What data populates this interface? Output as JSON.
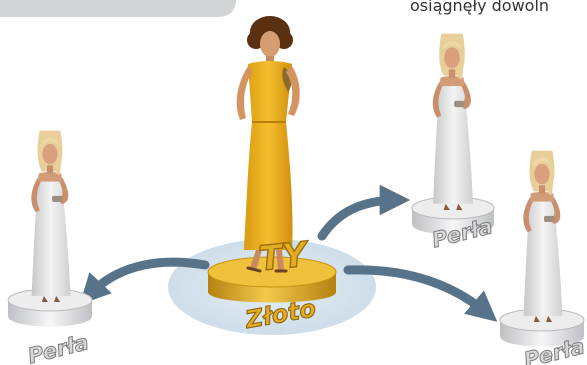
{
  "caption": "osiągnęły dowoln",
  "center": {
    "top_label": "TY",
    "bottom_label": "Złoto"
  },
  "left": {
    "label": "Perła"
  },
  "right_top": {
    "label": "Perła"
  },
  "right_bottom": {
    "label": "Perła"
  },
  "colors": {
    "gold": "#e0a817",
    "gold_dark": "#b07d0e",
    "pearl_base": "#e8e8ea",
    "arrow": "#56738a",
    "platform_glow": "#dbe8f1"
  }
}
